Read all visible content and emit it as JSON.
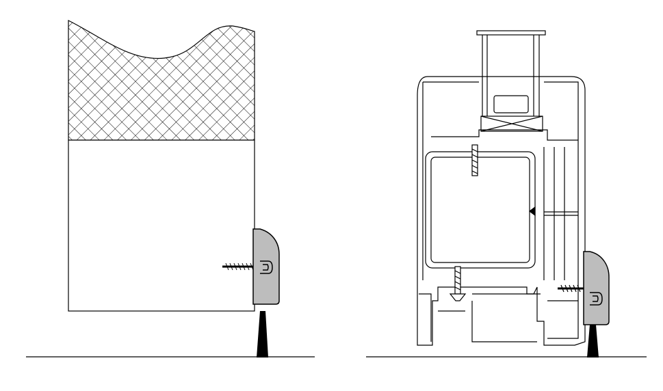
{
  "diagram": {
    "panels": [
      {
        "name": "door-leaf-with-seal",
        "components": [
          "hatched-door-panel",
          "door-body",
          "seal-profile",
          "wood-screw",
          "brush-strip",
          "floor-line"
        ]
      },
      {
        "name": "window-frame-with-seal",
        "components": [
          "glazing-unit",
          "frame-profile",
          "steel-reinforcement",
          "self-tapping-screws",
          "seal-profile",
          "wood-screw",
          "brush-strip",
          "floor-line"
        ]
      }
    ],
    "colors": {
      "line": "#000000",
      "seal_fill": "#bdbdbd",
      "brush_fill": "#000000",
      "background": "#ffffff"
    }
  }
}
